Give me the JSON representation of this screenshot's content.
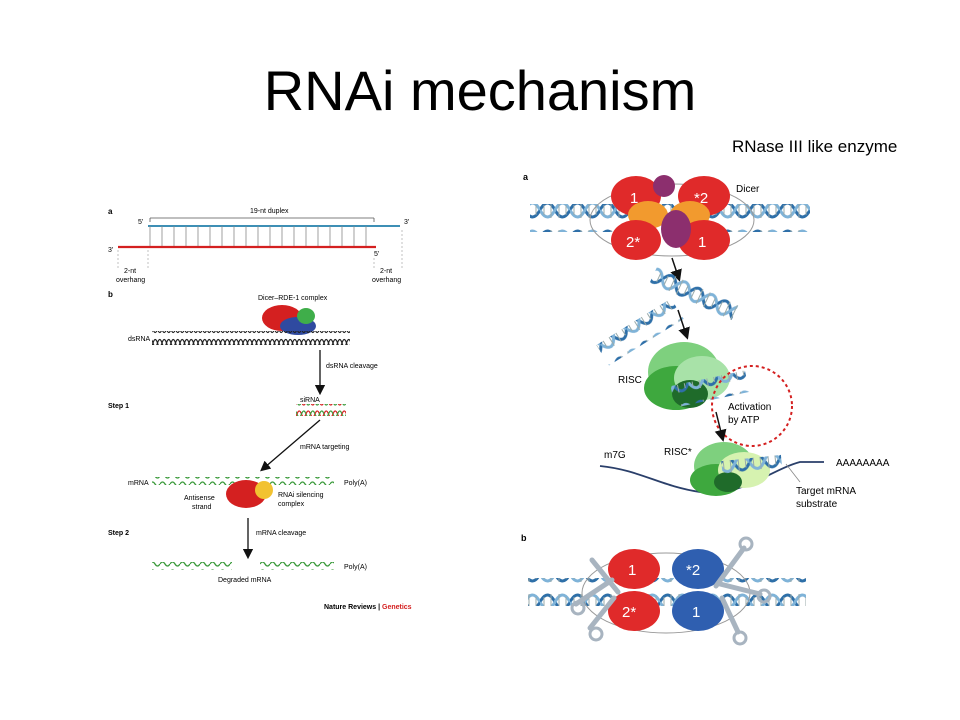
{
  "slide": {
    "title": "RNAi mechanism",
    "corner_note": "RNase III like enzyme"
  },
  "left_figure": {
    "panel_a": {
      "letter": "a",
      "duplex_label": "19-nt duplex",
      "top_5": "5'",
      "top_3": "3'",
      "bottom_3": "3'",
      "bottom_5": "5'",
      "overhang_left_1": "2-nt",
      "overhang_left_2": "overhang",
      "overhang_right_1": "2-nt",
      "overhang_right_2": "overhang"
    },
    "panel_b": {
      "letter": "b",
      "complex_label": "Dicer–RDE-1 complex",
      "dsrna_label": "dsRNA",
      "cleavage_label": "dsRNA cleavage",
      "step1": "Step 1",
      "sirna_label": "siRNA",
      "targeting_label": "mRNA targeting",
      "mrna_label": "mRNA",
      "polya_label": "Poly(A)",
      "silencing_1": "RNAi silencing",
      "silencing_2": "complex",
      "antisense_1": "Antisense",
      "antisense_2": "strand",
      "step2": "Step 2",
      "mrna_cleavage_label": "mRNA cleavage",
      "degraded_label": "Degraded mRNA",
      "polya_label_2": "Poly(A)",
      "credit_main": "Nature Reviews",
      "credit_sep": " | ",
      "credit_sub": "Genetics"
    }
  },
  "right_figure": {
    "panel_a": {
      "letter": "a",
      "dicer_label": "Dicer",
      "subunit_1": "1",
      "subunit_2star": "*2",
      "subunit_2star_b": "2*",
      "subunit_1b": "1",
      "risc_label": "RISC",
      "activation_1": "Activation",
      "activation_2": "by ATP",
      "m7g_label": "m7G",
      "risc_star_label": "RISC*",
      "polya_label": "AAAAAAAA",
      "target_1": "Target mRNA",
      "target_2": "substrate"
    },
    "panel_b": {
      "letter": "b",
      "subunit_1": "1",
      "subunit_2star": "*2",
      "subunit_2star_b": "2*",
      "subunit_1b": "1"
    }
  },
  "colors": {
    "red_strand": "#d42020",
    "blue_strand": "#3d8fb5",
    "green_wave": "#3a9a3a",
    "dicer_red": "#e02a2a",
    "dicer_blue": "#2f5fb0",
    "dicer_orange": "#f29a2e",
    "dicer_purple": "#8c2f6e",
    "risc_green": "#5fbf5f",
    "helix_blue": "#2e6fa8",
    "scissors_grey": "#a8b4c0",
    "credit_red": "#d42020"
  }
}
